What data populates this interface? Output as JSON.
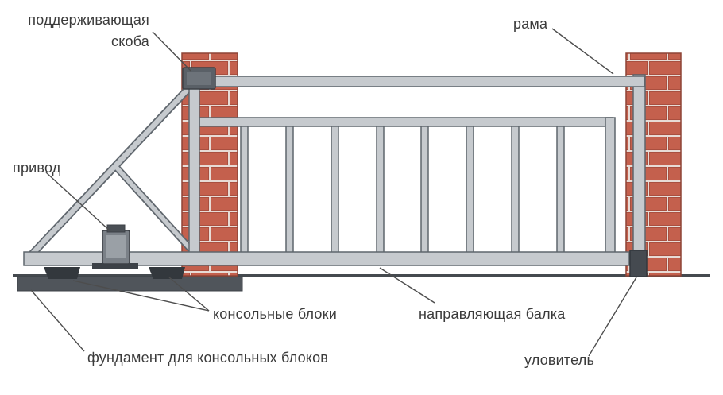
{
  "diagram": {
    "subject": "sliding-gate-construction-scheme",
    "labels": {
      "bracket_line1": "поддерживающая",
      "bracket_line2": "скоба",
      "frame": "рама",
      "drive": "привод",
      "console_blocks": "консольные блоки",
      "guide_beam": "направляющая балка",
      "foundation": "фундамент для консольных блоков",
      "catcher": "уловитель"
    },
    "colors": {
      "background": "#ffffff",
      "brick": "#c4604d",
      "brick_edge": "#a94f3f",
      "brick_mortar": "#e8dbd5",
      "metal_fill": "#c6cace",
      "metal_outline": "#5f666d",
      "dark_part": "#3c4147",
      "foundation_fill": "#50555b",
      "ground_line": "#454a4f",
      "leader_line": "#4d4d4d",
      "text": "#3b3b3b"
    }
  }
}
